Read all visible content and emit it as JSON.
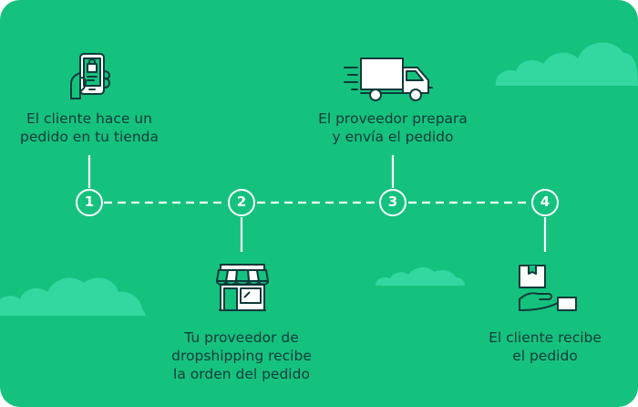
{
  "colors": {
    "background": "#14c27e",
    "cloud": "#33d7a0",
    "line": "#ffffff",
    "text": "#113a3a",
    "icon_stroke": "#0f3a3a"
  },
  "steps": [
    {
      "number": "1",
      "line1": "El cliente hace un",
      "line2": "pedido en tu tienda",
      "icon": "phone-shopping-icon"
    },
    {
      "number": "2",
      "line1": "Tu proveedor de",
      "line2": "dropshipping recibe",
      "line3": "la orden del pedido",
      "icon": "store-icon"
    },
    {
      "number": "3",
      "line1": "El proveedor prepara",
      "line2": "y envía el pedido",
      "icon": "delivery-truck-icon"
    },
    {
      "number": "4",
      "line1": "El cliente recibe",
      "line2": "el pedido",
      "icon": "package-hand-icon"
    }
  ]
}
